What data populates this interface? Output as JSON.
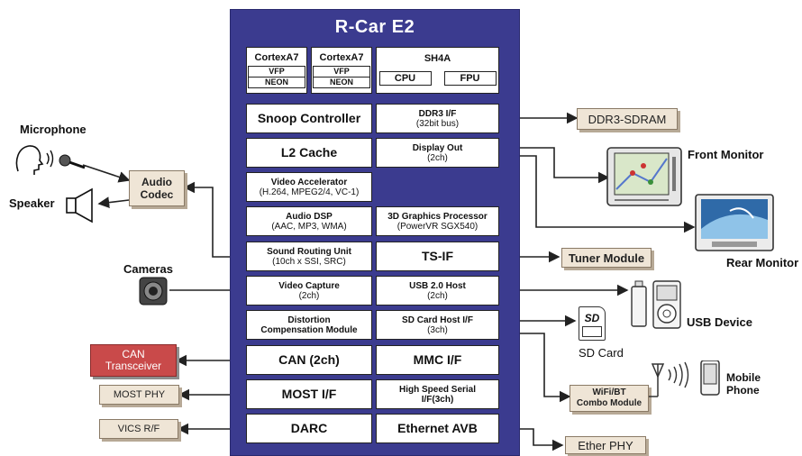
{
  "chip": {
    "title": "R-Car E2",
    "cortex1": {
      "name": "CortexA7",
      "vfp": "VFP",
      "neon": "NEON"
    },
    "cortex2": {
      "name": "CortexA7",
      "vfp": "VFP",
      "neon": "NEON"
    },
    "sh4a": {
      "name": "SH4A",
      "cpu": "CPU",
      "fpu": "FPU"
    },
    "snoop": "Snoop Controller",
    "ddr3if": {
      "l1": "DDR3 I/F",
      "l2": "(32bit bus)"
    },
    "l2cache": "L2 Cache",
    "display": {
      "l1": "Display Out",
      "l2": "(2ch)"
    },
    "video_acc": {
      "l1": "Video Accelerator",
      "l2": "(H.264, MPEG2/4, VC-1)"
    },
    "audio_dsp": {
      "l1": "Audio DSP",
      "l2": "(AAC, MP3, WMA)"
    },
    "graphics": {
      "l1": "3D Graphics Processor",
      "l2": "(PowerVR SGX540)"
    },
    "sound": {
      "l1": "Sound Routing Unit",
      "l2": "(10ch x SSI, SRC)"
    },
    "tsif": "TS-IF",
    "video_cap": {
      "l1": "Video Capture",
      "l2": "(2ch)"
    },
    "usb": {
      "l1": "USB 2.0 Host",
      "l2": "(2ch)"
    },
    "distortion": {
      "l1": "Distortion",
      "l2": "Compensation Module"
    },
    "sdhost": {
      "l1": "SD Card Host I/F",
      "l2": "(3ch)"
    },
    "can": "CAN (2ch)",
    "mmc": "MMC I/F",
    "most": "MOST I/F",
    "hss": {
      "l1": "High Speed Serial",
      "l2": "I/F(3ch)"
    },
    "darc": "DARC",
    "eth": "Ethernet AVB"
  },
  "external": {
    "microphone": "Microphone",
    "speaker": "Speaker",
    "audio_codec": {
      "l1": "Audio",
      "l2": "Codec"
    },
    "cameras": "Cameras",
    "can_tr": {
      "l1": "CAN",
      "l2": "Transceiver"
    },
    "most_phy": "MOST PHY",
    "vics": "VICS R/F",
    "ddr3_sdram": "DDR3-SDRAM",
    "front_monitor": "Front Monitor",
    "rear_monitor": "Rear Monitor",
    "tuner": "Tuner Module",
    "usb_device": "USB Device",
    "sd_card_icon": "SD",
    "sd_card": "SD Card",
    "wifi": {
      "l1": "WiFi/BT",
      "l2": "Combo Module"
    },
    "mobile": {
      "l1": "Mobile",
      "l2": "Phone"
    },
    "ether_phy": "Ether PHY"
  },
  "colors": {
    "chip": "#3b3b8f",
    "external_box": "#efe5d6",
    "can_box": "#c94a4a",
    "line": "#222222"
  }
}
